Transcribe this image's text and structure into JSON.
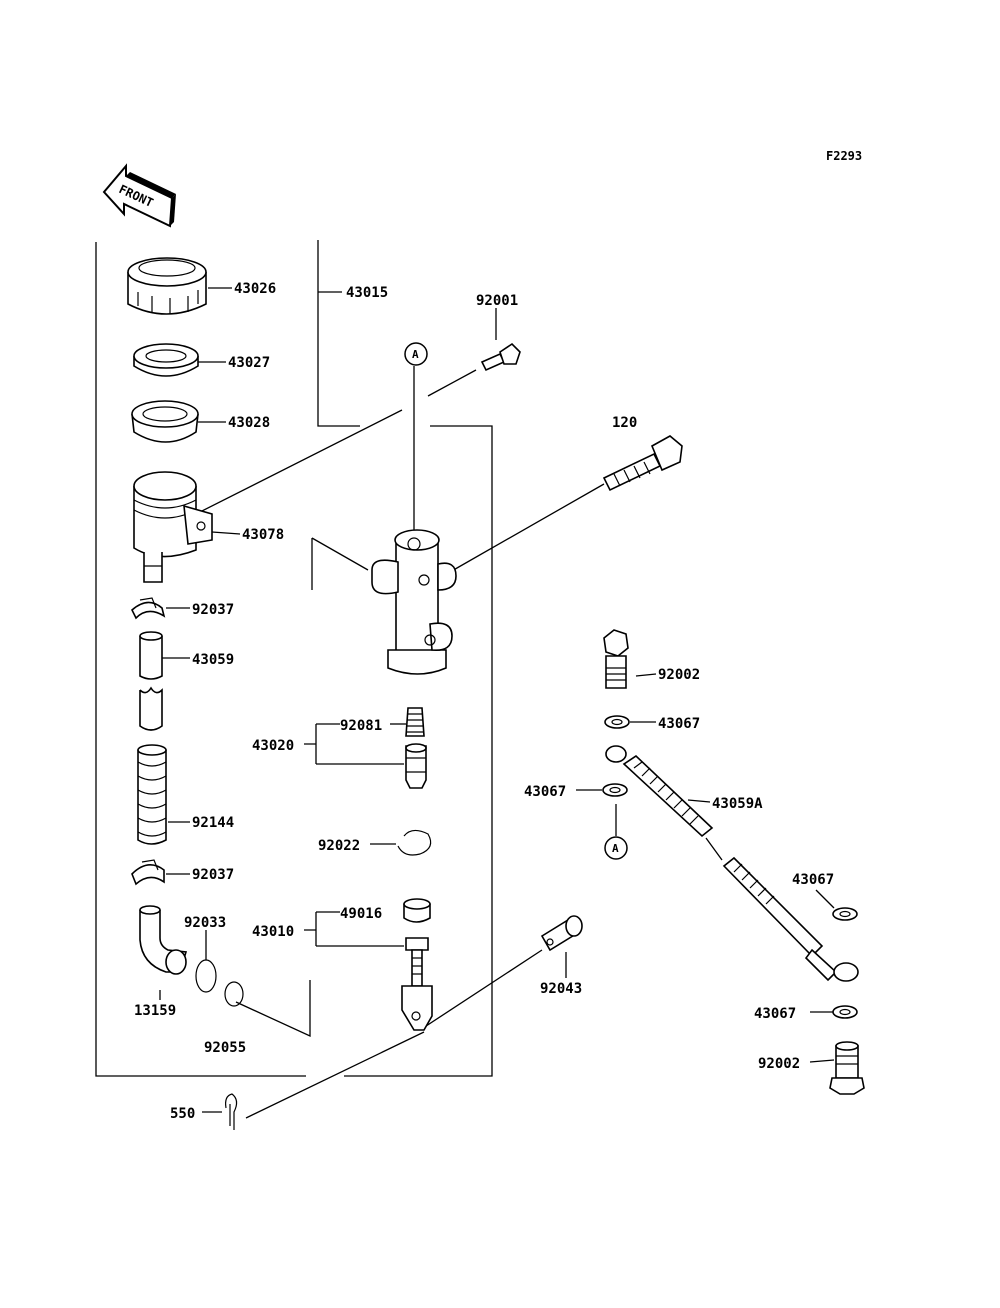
{
  "figure_code": "F2293",
  "front_arrow_label": "FRONT",
  "reference_marker": "A",
  "part_numbers": {
    "p43026": "43026",
    "p43015": "43015",
    "p92001": "92001",
    "p43027": "43027",
    "p43028": "43028",
    "p120": "120",
    "p43078": "43078",
    "p92037_top": "92037",
    "p43059": "43059",
    "p92002_top": "92002",
    "p43067_a": "43067",
    "p43020": "43020",
    "p92081": "92081",
    "p43067_b": "43067",
    "p43059A": "43059A",
    "p92144": "92144",
    "p92022": "92022",
    "p92037_bottom": "92037",
    "p43067_c": "43067",
    "p92033": "92033",
    "p49016": "49016",
    "p43010": "43010",
    "p92043": "92043",
    "p13159": "13159",
    "p43067_d": "43067",
    "p92055": "92055",
    "p92002_bottom": "92002",
    "p550": "550"
  }
}
